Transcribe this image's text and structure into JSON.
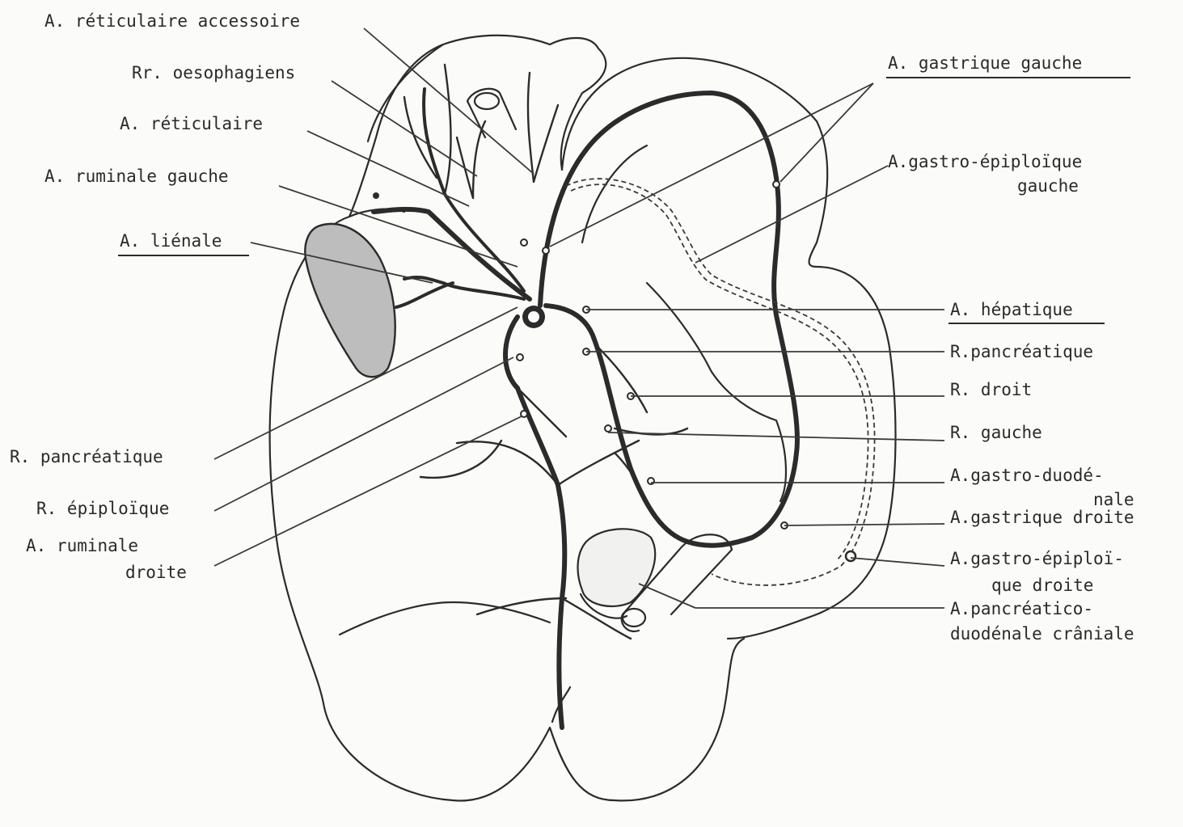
{
  "labels": {
    "reticulaire_accessoire": "A. réticulaire accessoire",
    "oesophagiens": "Rr. oesophagiens",
    "reticulaire": "A. réticulaire",
    "ruminale_gauche": "A. ruminale gauche",
    "lienale": "A. liénale",
    "pancreatique_left": "R. pancréatique",
    "epiploique": "R. épiploïque",
    "ruminale_droite_1": "A. ruminale",
    "ruminale_droite_2": "droite",
    "gastrique_gauche": "A. gastrique gauche",
    "gastro_epiploique_gauche_1": "A.gastro-épiploïque",
    "gastro_epiploique_gauche_2": "gauche",
    "hepatique": "A. hépatique",
    "pancreatique_right": "R.pancréatique",
    "droit": "R. droit",
    "gauche": "R. gauche",
    "gastro_duodenale_1": "A.gastro-duodé-",
    "gastro_duodenale_2": "nale",
    "gastrique_droite": "A.gastrique droite",
    "gastro_epiploique_droite_1": "A.gastro-épiploï-",
    "gastro_epiploique_droite_2": "que droite",
    "pancreatico_duodenale_1": "A.pancréatico-",
    "pancreatico_duodenale_2": "duodénale crâniale"
  }
}
